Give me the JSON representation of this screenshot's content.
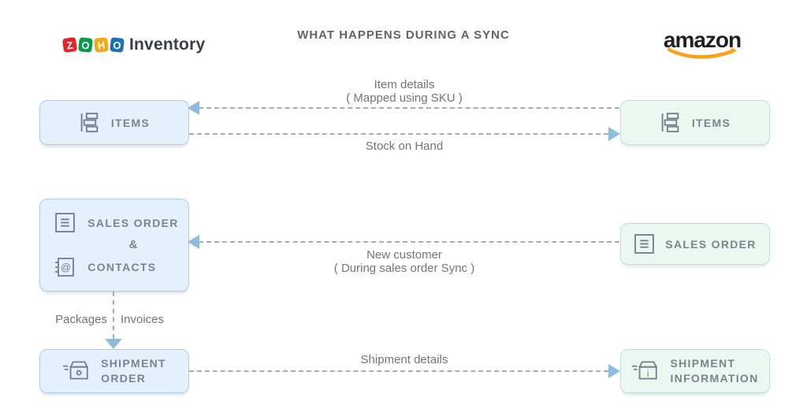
{
  "header": {
    "zoho_logo": {
      "tiles": [
        {
          "char": "Z",
          "color": "#e42527"
        },
        {
          "char": "O",
          "color": "#089949"
        },
        {
          "char": "H",
          "color": "#f0a81e"
        },
        {
          "char": "O",
          "color": "#226db4"
        }
      ],
      "product": "Inventory"
    },
    "title": "WHAT HAPPENS DURING A SYNC",
    "amazon_logo": {
      "text": "amazon",
      "smile_color": "#f9a11b",
      "text_color": "#221f1f"
    }
  },
  "nodes": {
    "zoho_items": {
      "label": "ITEMS",
      "icon": "items-icon"
    },
    "amazon_items": {
      "label": "ITEMS",
      "icon": "items-icon"
    },
    "zoho_sales_contacts": {
      "label1": "SALES ORDER",
      "ampersand": "&",
      "label2": "CONTACTS",
      "icon1": "sales-order-icon",
      "icon2": "contacts-icon"
    },
    "amazon_sales_order": {
      "label": "SALES ORDER",
      "icon": "sales-order-icon"
    },
    "zoho_shipment_order": {
      "label_line1": "SHIPMENT",
      "label_line2": "ORDER",
      "icon": "shipment-box-icon"
    },
    "amazon_shipment_info": {
      "label_line1": "SHIPMENT",
      "label_line2": "INFORMATION",
      "icon": "shipment-info-icon"
    }
  },
  "flows": {
    "item_details": {
      "label_line1": "Item details",
      "label_line2": "( Mapped using SKU )",
      "direction": "amazon-to-zoho"
    },
    "stock_on_hand": {
      "label": "Stock on Hand",
      "direction": "zoho-to-amazon"
    },
    "new_customer": {
      "label_line1": "New customer",
      "label_line2": "( During sales order Sync )",
      "direction": "amazon-to-zoho"
    },
    "shipment_details": {
      "label": "Shipment details",
      "direction": "zoho-to-amazon"
    },
    "packages_invoices": {
      "left_label": "Packages",
      "right_label": "Invoices",
      "direction": "down"
    }
  },
  "colors": {
    "zoho_box_fill": "#e5f1fa",
    "zoho_box_border": "#a9cde7",
    "amazon_box_fill": "#eaf8f1",
    "amazon_box_border": "#bce3d2",
    "arrow_dash": "#a4adb3",
    "arrowhead": "#90bcdc",
    "flow_label_text": "#6f767c",
    "box_label_text": "#7b848a",
    "icon_stroke": "#73808a",
    "title_text": "#5f6468"
  }
}
